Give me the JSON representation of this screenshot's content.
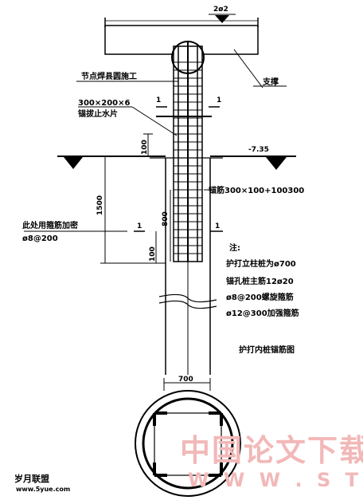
{
  "labels": {
    "top_dim": "2ø2",
    "node_note": "节点焊县圆施工",
    "support": "支撑",
    "plate": "300×200×6",
    "plate_note": "锚拔止水片",
    "dim_100": "100",
    "elev": "-7.35",
    "dim_1500": "1500",
    "dim_800": "800",
    "stirrup": "锚筋300×100+100300",
    "section_mark_left": "1",
    "section_mark_right": "1",
    "note_left_1": "此处用箍筋加密",
    "note_left_2": "ø8@200",
    "dim_100b": "100",
    "mark_top_left": "1",
    "mark_top_right": "1",
    "notes_title": "注:",
    "note_1": "护打立柱桩为ø700",
    "note_2": "锚孔桩主筋12ø20",
    "note_3": "ø8@200螺旋箍筋",
    "note_4": "ø12@300加强箍筋",
    "title": "护打内桩锚筋图",
    "dim_700": "700",
    "watermark_cn": "中国论文下载",
    "watermark_en": "W W W . S T U D A .",
    "site_name": "岁月联盟",
    "site_url": "www.5yue.com"
  }
}
